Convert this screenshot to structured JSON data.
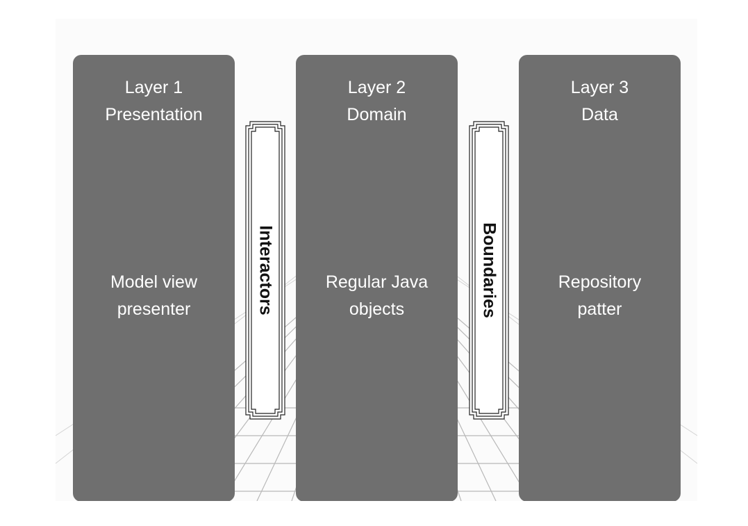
{
  "colors": {
    "panel": "#6f6f6f",
    "panel_text": "#ffffff",
    "connector_text": "#111111"
  },
  "layers": [
    {
      "title": [
        "Layer 1",
        "Presentation"
      ],
      "description": [
        "Model view",
        "presenter"
      ]
    },
    {
      "title": [
        "Layer 2",
        "Domain"
      ],
      "description": [
        "Regular Java",
        "objects"
      ]
    },
    {
      "title": [
        "Layer 3",
        "Data"
      ],
      "description": [
        "Repository",
        "patter"
      ]
    }
  ],
  "connectors": [
    {
      "label": "Interactors"
    },
    {
      "label": "Boundaries"
    }
  ]
}
